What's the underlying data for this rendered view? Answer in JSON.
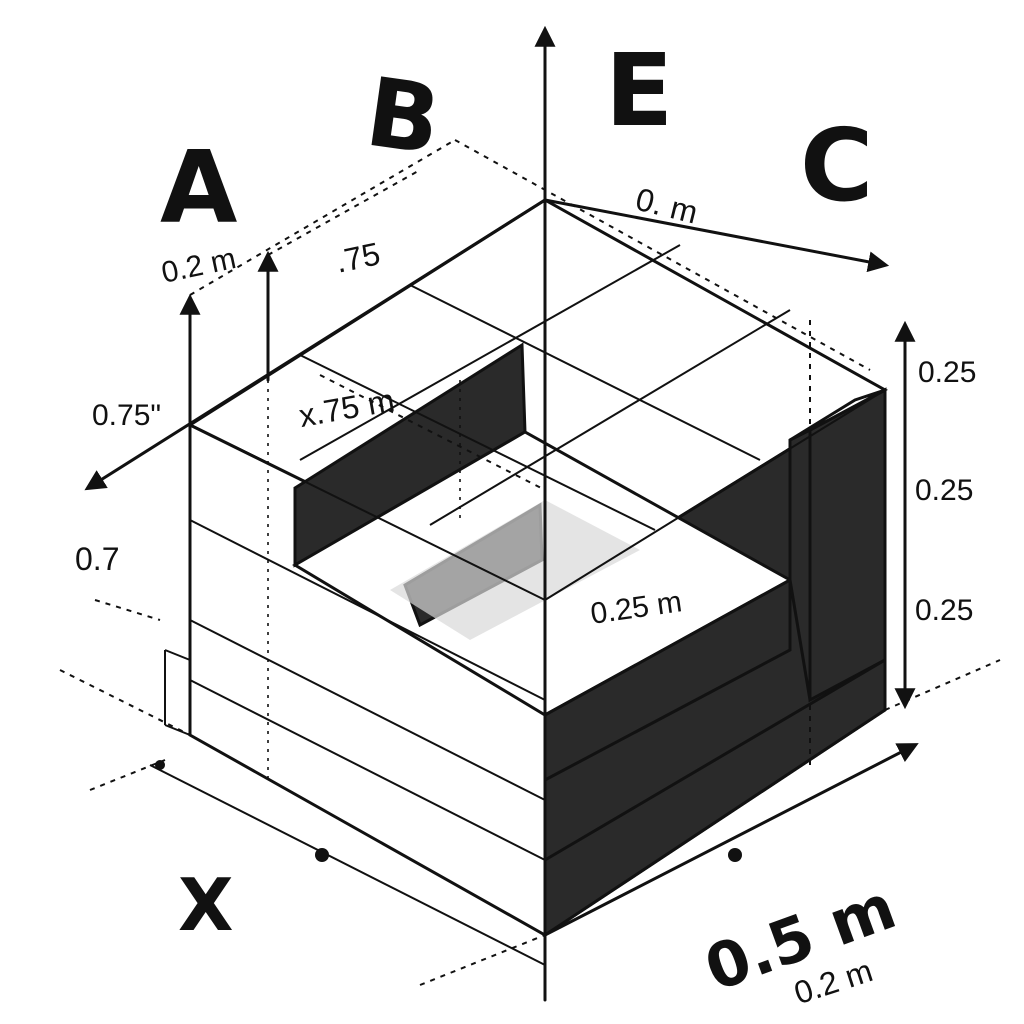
{
  "letters": {
    "a": "A",
    "b": "B",
    "e": "E",
    "c": "C",
    "x": "X"
  },
  "labels": {
    "top_left_02": "0.2 m",
    "dim_075_top": ".75",
    "side_075": "0.75\"",
    "inner_075": "x.75 m",
    "left_07": "0.7",
    "top_right_0m": "0. m",
    "center_025": "0.25 m",
    "right_1": "0.25",
    "right_2": "0.25",
    "right_3": "0.25",
    "bottom_05": "0.5 m",
    "bottom_02": "0.2 m"
  }
}
